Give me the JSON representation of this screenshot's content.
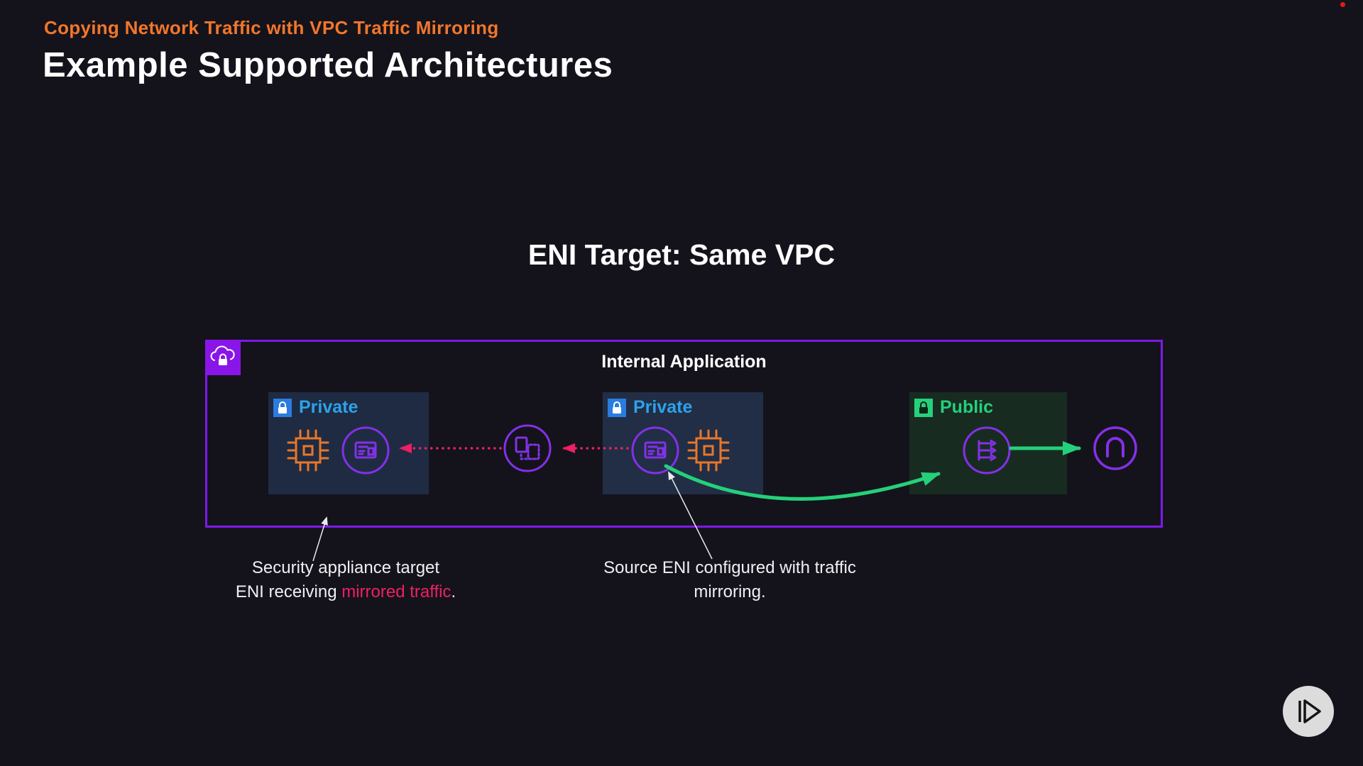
{
  "colors": {
    "background": "#14131b",
    "accent_orange": "#f2762b",
    "vpc_border_purple": "#7d1ae8",
    "icon_purple": "#8430e8",
    "mirror_pink": "#ed2063",
    "flow_green": "#25d07a",
    "private_blue": "#2da2ea"
  },
  "header": {
    "kicker": "Copying Network Traffic with VPC Traffic Mirroring",
    "title": "Example Supported Architectures"
  },
  "diagram": {
    "heading": "ENI Target: Same VPC",
    "vpc_label": "Internal Application",
    "subnet_left_label": "Private",
    "subnet_middle_label": "Private",
    "subnet_right_label": "Public"
  },
  "annotations": {
    "left_line1": "Security appliance target",
    "left_line2_pre": "ENI receiving ",
    "left_line2_highlight": "mirrored traffic",
    "left_line2_post": ".",
    "right_line1": "Source ENI configured with traffic",
    "right_line2": "mirroring."
  }
}
